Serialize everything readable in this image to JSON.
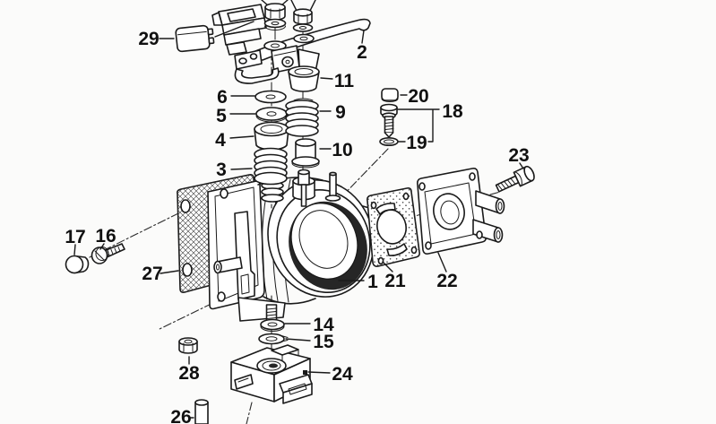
{
  "diagram": {
    "description": "Exploded parts diagram of a throttle body assembly with numbered callouts",
    "style": "black ink line art on white paper",
    "background": "#fbfbfa",
    "line_color": "#1a1a1a"
  },
  "part_labels": {
    "p1": "1",
    "p2": "2",
    "p3": "3",
    "p4": "4",
    "p5": "5",
    "p6": "6",
    "p9": "9",
    "p10": "10",
    "p11": "11",
    "p14": "14",
    "p15": "15",
    "p16": "16",
    "p17": "17",
    "p18": "18",
    "p19": "19",
    "p20": "20",
    "p21": "21",
    "p22": "22",
    "p23": "23",
    "p24": "24",
    "p26": "26",
    "p27": "27",
    "p28": "28",
    "p29": "29"
  }
}
